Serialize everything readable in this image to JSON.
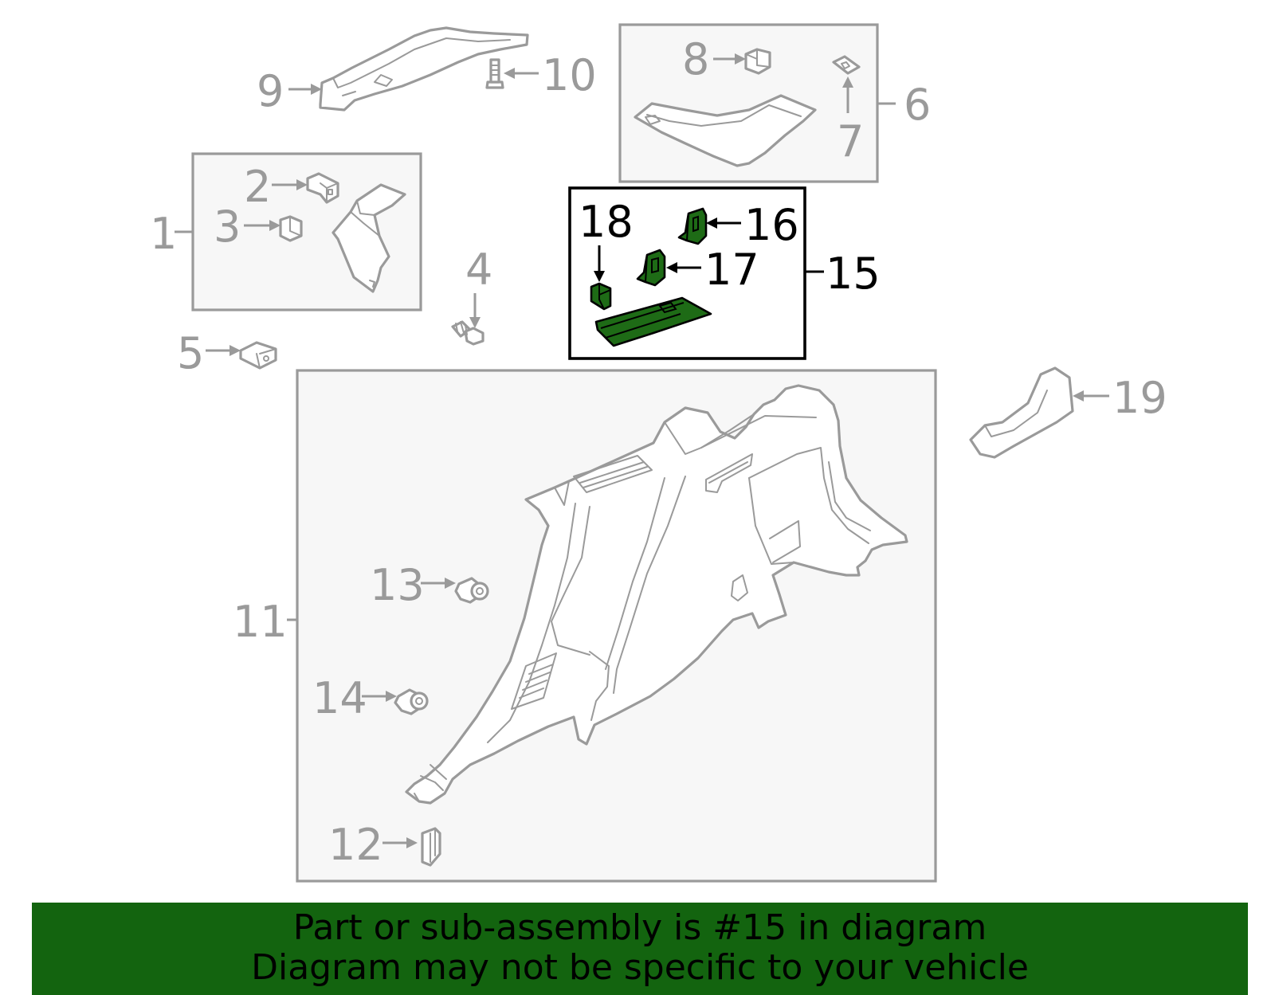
{
  "callouts": {
    "c1": "1",
    "c2": "2",
    "c3": "3",
    "c4": "4",
    "c5": "5",
    "c6": "6",
    "c7": "7",
    "c8": "8",
    "c9": "9",
    "c10": "10",
    "c11": "11",
    "c12": "12",
    "c13": "13",
    "c14": "14",
    "c15": "15",
    "c16": "16",
    "c17": "17",
    "c18": "18",
    "c19": "19"
  },
  "highlighted_part": "15",
  "colors": {
    "highlight": "#1e6b16",
    "banner": "#13640f",
    "part_lines": "#9a9a9a"
  },
  "banner": {
    "line1": "Part or sub-assembly is #15 in diagram",
    "line2": "Diagram may not be specific to your vehicle"
  }
}
